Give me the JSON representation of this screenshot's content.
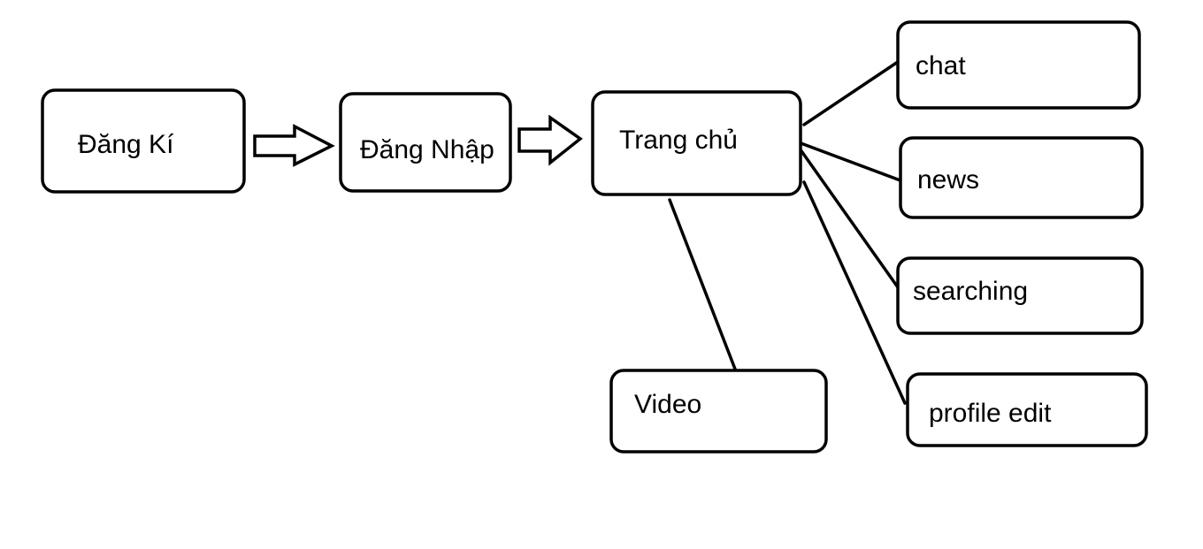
{
  "nodes": {
    "register": "Đăng Kí",
    "login": "Đăng Nhập",
    "home": "Trang chủ",
    "chat": "chat",
    "news": "news",
    "searching": "searching",
    "profile_edit": "profile edit",
    "video": "Video"
  },
  "edges": [
    {
      "from": "register",
      "to": "login",
      "style": "hollow-arrow"
    },
    {
      "from": "login",
      "to": "home",
      "style": "hollow-arrow"
    },
    {
      "from": "home",
      "to": "chat",
      "style": "line"
    },
    {
      "from": "home",
      "to": "news",
      "style": "line"
    },
    {
      "from": "home",
      "to": "searching",
      "style": "line"
    },
    {
      "from": "home",
      "to": "profile_edit",
      "style": "line"
    },
    {
      "from": "home",
      "to": "video",
      "style": "line"
    }
  ],
  "colors": {
    "stroke": "#000000",
    "fill": "#ffffff"
  }
}
